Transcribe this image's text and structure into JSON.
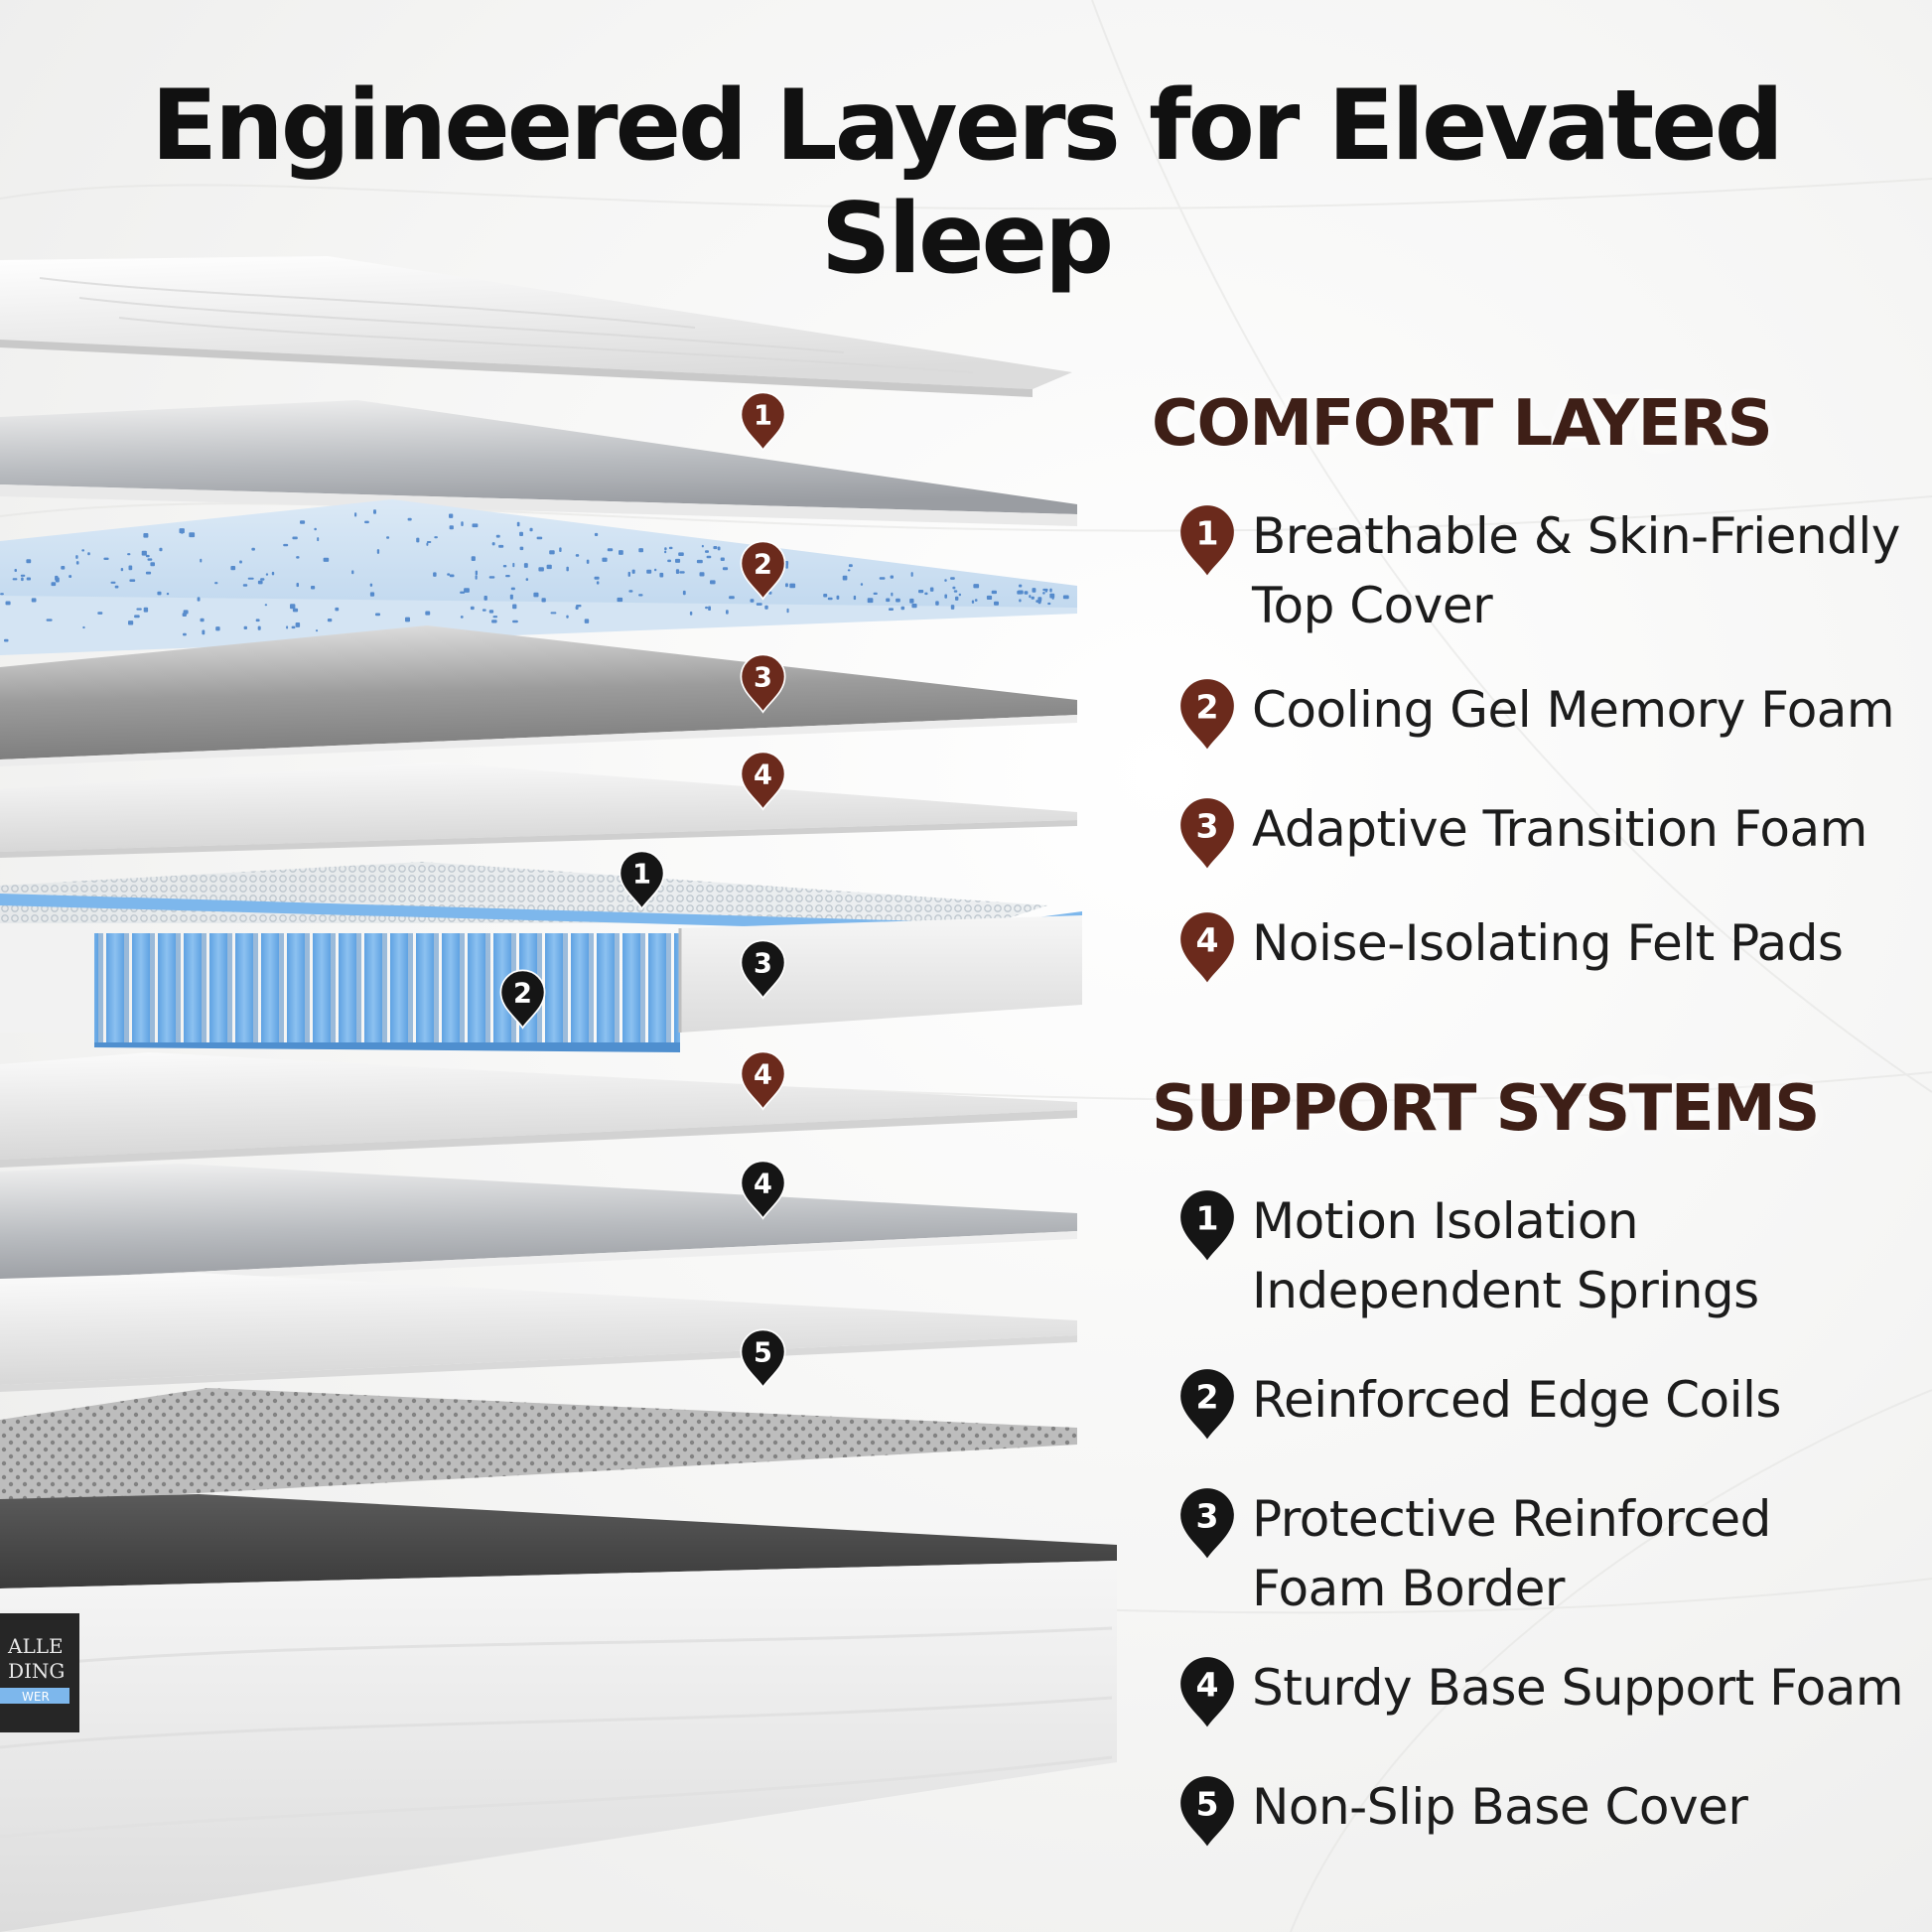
{
  "headline": "Engineered Layers for Elevated Sleep",
  "colors": {
    "comfort_pin": "#6b2a1c",
    "support_pin": "#151515",
    "section_title": "#3e1f17",
    "gel_blue": "#6aa9e6"
  },
  "comfort": {
    "title": "COMFORT LAYERS",
    "items": [
      {
        "num": "1",
        "lines": [
          "Breathable & Skin-Friendly",
          "Top Cover"
        ]
      },
      {
        "num": "2",
        "lines": [
          "Cooling Gel Memory Foam"
        ]
      },
      {
        "num": "3",
        "lines": [
          "Adaptive Transition Foam"
        ]
      },
      {
        "num": "4",
        "lines": [
          "Noise-Isolating Felt Pads"
        ]
      }
    ]
  },
  "support": {
    "title": "SUPPORT SYSTEMS",
    "items": [
      {
        "num": "1",
        "lines": [
          "Motion Isolation",
          "Independent Springs"
        ]
      },
      {
        "num": "2",
        "lines": [
          "Reinforced Edge Coils"
        ]
      },
      {
        "num": "3",
        "lines": [
          "Protective Reinforced",
          "Foam Border"
        ]
      },
      {
        "num": "4",
        "lines": [
          "Sturdy Base Support Foam"
        ]
      },
      {
        "num": "5",
        "lines": [
          "Non-Slip Base Cover"
        ]
      }
    ]
  },
  "illustration_pins": [
    {
      "num": "1",
      "group": "comfort"
    },
    {
      "num": "2",
      "group": "comfort"
    },
    {
      "num": "3",
      "group": "comfort"
    },
    {
      "num": "4",
      "group": "comfort"
    },
    {
      "num": "1",
      "group": "support"
    },
    {
      "num": "3",
      "group": "support"
    },
    {
      "num": "2",
      "group": "support"
    },
    {
      "num": "4",
      "group": "comfort"
    },
    {
      "num": "4",
      "group": "support"
    },
    {
      "num": "5",
      "group": "support"
    }
  ],
  "label_text": [
    "ALLE",
    "DING",
    "WER"
  ]
}
